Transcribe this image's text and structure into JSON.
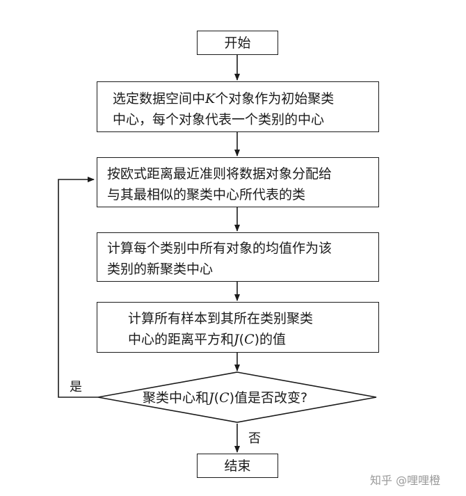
{
  "flowchart": {
    "start": "开始",
    "step1": [
      "选定数据空间中",
      "K",
      "个对象作为初始聚类",
      "中心，每个对象代表一个类别的中心"
    ],
    "step2": [
      "按欧式距离最近准则将数据对象分配给",
      "与其最相似的聚类中心所代表的类"
    ],
    "step3": [
      "计算每个类别中所有对象的均值作为该",
      "类别的新聚类中心"
    ],
    "step4": [
      "计算所有样本到其所在类别聚类",
      "中心的距离平方和",
      "J",
      "(",
      "C",
      ")的值"
    ],
    "decision": [
      "聚类中心和",
      "J",
      "(",
      "C",
      ")值是否改变?"
    ],
    "yes_label": "是",
    "no_label": "否",
    "end": "结束"
  },
  "watermark": "知乎 @哩哩橙"
}
